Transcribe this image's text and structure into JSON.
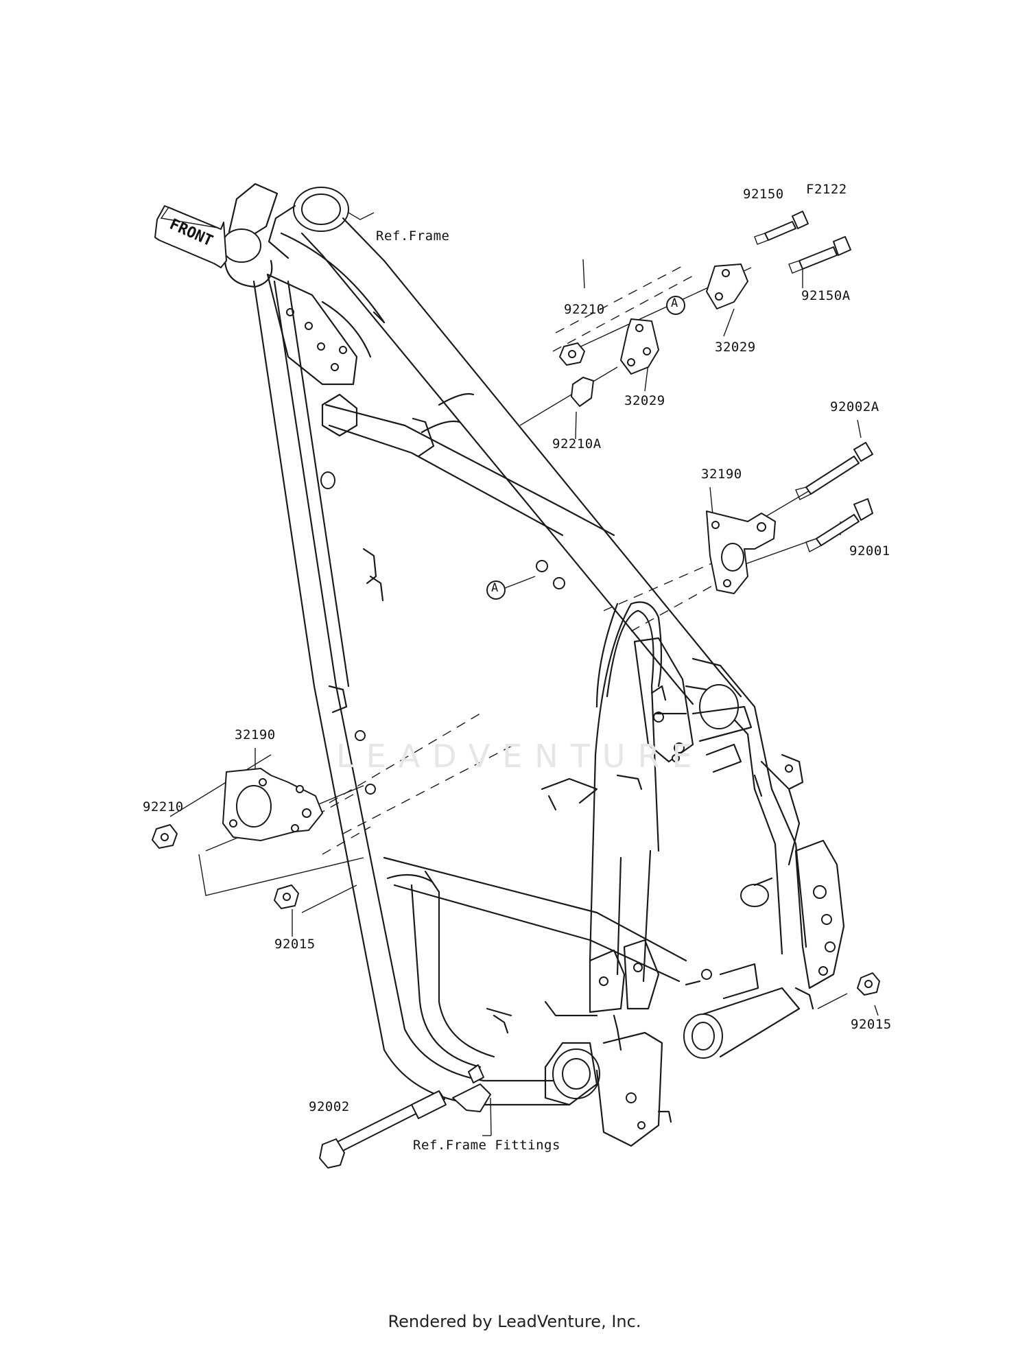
{
  "diagram_code": "F2122",
  "front_label": "FRONT",
  "footer": "Rendered by LeadVenture, Inc.",
  "watermark": "LEADVENTURE",
  "ref_labels": {
    "frame": "Ref.Frame",
    "frame_fittings": "Ref.Frame Fittings"
  },
  "callout_letter": "A",
  "parts": {
    "bolt_92150": "92150",
    "bolt_92150A": "92150A",
    "nut_92210_top": "92210",
    "nut_92210A": "92210A",
    "bracket_32029_rear": "32029",
    "bracket_32029_front": "32029",
    "bolt_92002A": "92002A",
    "bolt_92001": "92001",
    "bracket_32190_right": "32190",
    "bracket_32190_left": "32190",
    "nut_92210_left": "92210",
    "nut_92015_left": "92015",
    "nut_92015_right": "92015",
    "bolt_92002": "92002"
  }
}
